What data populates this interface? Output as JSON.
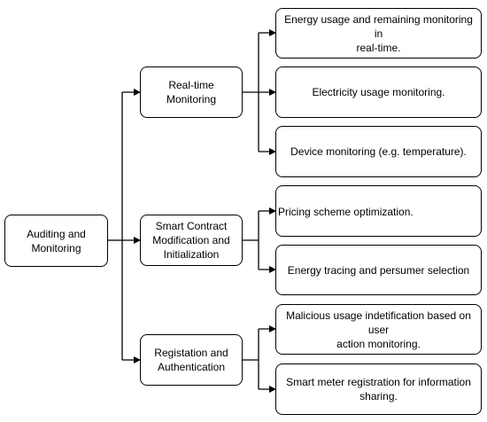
{
  "diagram": {
    "root": {
      "label": "Auditing and\nMonitoring"
    },
    "categories": [
      {
        "label": "Real-time Monitoring",
        "items": [
          "Energy usage and remaining monitoring in\nreal-time.",
          "Electricity usage monitoring.",
          "Device monitoring (e.g. temperature)."
        ]
      },
      {
        "label": "Smart Contract\nModification and\nInitialization",
        "items": [
          "Pricing scheme optimization.",
          "Energy tracing and persumer selection"
        ]
      },
      {
        "label": "Registation and\nAuthentication",
        "items": [
          "Malicious usage indetification based on user\naction monitoring.",
          "Smart meter registration for information\nsharing."
        ]
      }
    ]
  }
}
